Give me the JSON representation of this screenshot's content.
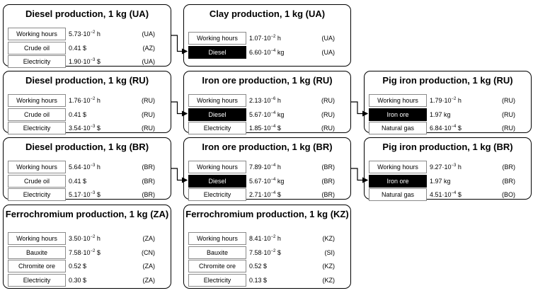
{
  "cards": [
    {
      "key": "diesel_ua",
      "title": "Diesel production, 1 kg (UA)",
      "rows": [
        {
          "label": "Working hours",
          "mant": "5.73·10",
          "exp": "−2",
          "unit": " h",
          "region": "(UA)",
          "highlight": false
        },
        {
          "label": "Crude oil",
          "mant": "0.41",
          "exp": "",
          "unit": " $",
          "region": "(AZ)",
          "highlight": false
        },
        {
          "label": "Electricity",
          "mant": "1.90·10",
          "exp": "−3",
          "unit": " $",
          "region": "(UA)",
          "highlight": false
        }
      ]
    },
    {
      "key": "clay_ua",
      "title": "Clay production, 1 kg (UA)",
      "rows": [
        {
          "label": "Working hours",
          "mant": "1.07·10",
          "exp": "−2",
          "unit": " h",
          "region": "(UA)",
          "highlight": false
        },
        {
          "label": "Diesel",
          "mant": "6.60·10",
          "exp": "−4",
          "unit": " kg",
          "region": "(UA)",
          "highlight": true
        }
      ]
    },
    {
      "key": "diesel_ru",
      "title": "Diesel production, 1 kg (RU)",
      "rows": [
        {
          "label": "Working hours",
          "mant": "1.76·10",
          "exp": "−2",
          "unit": " h",
          "region": "(RU)",
          "highlight": false
        },
        {
          "label": "Crude oil",
          "mant": "0.41",
          "exp": "",
          "unit": " $",
          "region": "(RU)",
          "highlight": false
        },
        {
          "label": "Electricity",
          "mant": "3.54·10",
          "exp": "−3",
          "unit": " $",
          "region": "(RU)",
          "highlight": false
        }
      ]
    },
    {
      "key": "ironore_ru",
      "title": "Iron ore production, 1 kg (RU)",
      "rows": [
        {
          "label": "Working hours",
          "mant": "2.13·10",
          "exp": "−6",
          "unit": " h",
          "region": "(RU)",
          "highlight": false
        },
        {
          "label": "Diesel",
          "mant": "5.67·10",
          "exp": "−4",
          "unit": " kg",
          "region": "(RU)",
          "highlight": true
        },
        {
          "label": "Electricity",
          "mant": "1.85·10",
          "exp": "−4",
          "unit": " $",
          "region": "(RU)",
          "highlight": false
        }
      ]
    },
    {
      "key": "pigiron_ru",
      "title": "Pig iron production, 1 kg (RU)",
      "rows": [
        {
          "label": "Working hours",
          "mant": "1.79·10",
          "exp": "−2",
          "unit": " h",
          "region": "(RU)",
          "highlight": false
        },
        {
          "label": "Iron ore",
          "mant": "1.97",
          "exp": "",
          "unit": " kg",
          "region": "(RU)",
          "highlight": true
        },
        {
          "label": "Natural gas",
          "mant": "6.84·10",
          "exp": "−4",
          "unit": " $",
          "region": "(RU)",
          "highlight": false
        }
      ]
    },
    {
      "key": "diesel_br",
      "title": "Diesel production, 1 kg (BR)",
      "rows": [
        {
          "label": "Working hours",
          "mant": "5.64·10",
          "exp": "−3",
          "unit": " h",
          "region": "(BR)",
          "highlight": false
        },
        {
          "label": "Crude oil",
          "mant": "0.41",
          "exp": "",
          "unit": " $",
          "region": "(BR)",
          "highlight": false
        },
        {
          "label": "Electricity",
          "mant": "5.17·10",
          "exp": "−3",
          "unit": " $",
          "region": "(BR)",
          "highlight": false
        }
      ]
    },
    {
      "key": "ironore_br",
      "title": "Iron ore production, 1 kg (BR)",
      "rows": [
        {
          "label": "Working hours",
          "mant": "7.89·10",
          "exp": "−4",
          "unit": " h",
          "region": "(BR)",
          "highlight": false
        },
        {
          "label": "Diesel",
          "mant": "5.67·10",
          "exp": "−4",
          "unit": " kg",
          "region": "(BR)",
          "highlight": true
        },
        {
          "label": "Electricity",
          "mant": "2.71·10",
          "exp": "−4",
          "unit": " $",
          "region": "(BR)",
          "highlight": false
        }
      ]
    },
    {
      "key": "pigiron_br",
      "title": "Pig iron production, 1 kg (BR)",
      "rows": [
        {
          "label": "Working hours",
          "mant": "9.27·10",
          "exp": "−3",
          "unit": " h",
          "region": "(BR)",
          "highlight": false
        },
        {
          "label": "Iron ore",
          "mant": "1.97",
          "exp": "",
          "unit": " kg",
          "region": "(BR)",
          "highlight": true
        },
        {
          "label": "Natural gas",
          "mant": "4.51·10",
          "exp": "−4",
          "unit": " $",
          "region": "(BO)",
          "highlight": false
        }
      ]
    },
    {
      "key": "ferro_za",
      "title": "Ferrochromium production, 1 kg (ZA)",
      "rows": [
        {
          "label": "Working hours",
          "mant": "3.50·10",
          "exp": "−2",
          "unit": " h",
          "region": "(ZA)",
          "highlight": false
        },
        {
          "label": "Bauxite",
          "mant": "7.58·10",
          "exp": "−2",
          "unit": " $",
          "region": "(CN)",
          "highlight": false
        },
        {
          "label": "Chromite ore",
          "mant": "0.52",
          "exp": "",
          "unit": " $",
          "region": "(ZA)",
          "highlight": false
        },
        {
          "label": "Electricity",
          "mant": "0.30",
          "exp": "",
          "unit": " $",
          "region": "(ZA)",
          "highlight": false
        }
      ]
    },
    {
      "key": "ferro_kz",
      "title": "Ferrochromium production, 1 kg (KZ)",
      "rows": [
        {
          "label": "Working hours",
          "mant": "8.41·10",
          "exp": "−2",
          "unit": " h",
          "region": "(KZ)",
          "highlight": false
        },
        {
          "label": "Bauxite",
          "mant": "7.58·10",
          "exp": "−2",
          "unit": " $",
          "region": "(SI)",
          "highlight": false
        },
        {
          "label": "Chromite ore",
          "mant": "0.52",
          "exp": "",
          "unit": " $",
          "region": "(KZ)",
          "highlight": false
        },
        {
          "label": "Electricity",
          "mant": "0.13",
          "exp": "",
          "unit": " $",
          "region": "(KZ)",
          "highlight": false
        }
      ]
    }
  ],
  "arrows": [
    {
      "from": "diesel_ua",
      "to": "clay_ua",
      "target_row": 1
    },
    {
      "from": "diesel_ru",
      "to": "ironore_ru",
      "target_row": 1
    },
    {
      "from": "ironore_ru",
      "to": "pigiron_ru",
      "target_row": 1
    },
    {
      "from": "diesel_br",
      "to": "ironore_br",
      "target_row": 1
    },
    {
      "from": "ironore_br",
      "to": "pigiron_br",
      "target_row": 1
    }
  ]
}
